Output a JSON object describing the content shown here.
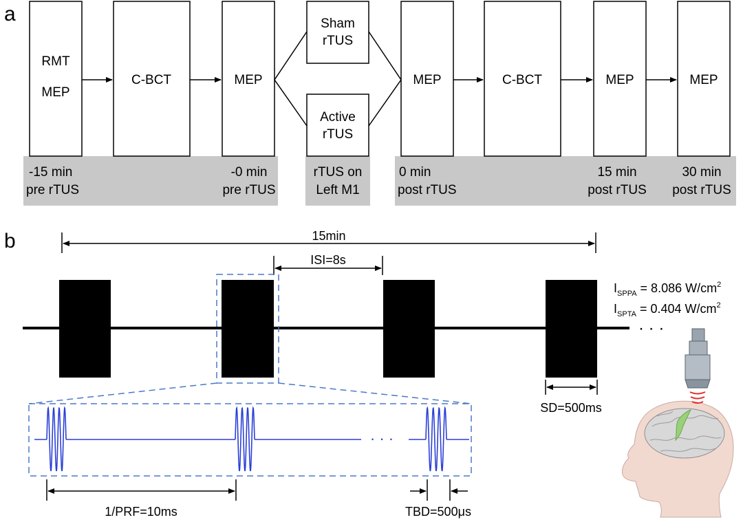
{
  "panel_a": {
    "label": "a",
    "boxes": {
      "rmt_mep": [
        "RMT",
        "MEP"
      ],
      "cbct_1": "C-BCT",
      "mep_pre": "MEP",
      "sham": [
        "Sham",
        "rTUS"
      ],
      "active": [
        "Active",
        "rTUS"
      ],
      "mep_post0": "MEP",
      "cbct_2": "C-BCT",
      "mep_post15": "MEP",
      "mep_post30": "MEP"
    },
    "timeline": {
      "pre15": [
        "-15 min",
        "pre rTUS"
      ],
      "pre0": [
        "-0 min",
        "pre rTUS"
      ],
      "rtus": [
        "rTUS on",
        "Left M1"
      ],
      "post0": [
        "0 min",
        "post rTUS"
      ],
      "post15": [
        "15 min",
        "post rTUS"
      ],
      "post30": [
        "30 min",
        "post rTUS"
      ]
    }
  },
  "panel_b": {
    "label": "b",
    "total_duration": "15min",
    "isi": "ISI=8s",
    "sd": "SD=500ms",
    "prf": "1/PRF=10ms",
    "tbd": "TBD=500μs",
    "dots": "· · ·",
    "isppa": {
      "symbol": "I",
      "sub": "SPPA",
      "value": " = 8.086 W/cm",
      "sup": "2"
    },
    "ispta": {
      "symbol": "I",
      "sub": "SPTA",
      "value": " = 0.404 W/cm",
      "sup": "2"
    }
  },
  "colors": {
    "band": "#c8c8c8",
    "block": "#000000",
    "wave": "#2a3fd6",
    "dashed": "#4a78c8",
    "skin": "#f2d9cf",
    "brain": "#d8d8d8",
    "tract": "#9ad07a",
    "transducer": "#9aa4ae",
    "ultrasound": "#e0302a"
  },
  "icons": [
    "head-with-brain-icon",
    "ultrasound-transducer-icon"
  ]
}
